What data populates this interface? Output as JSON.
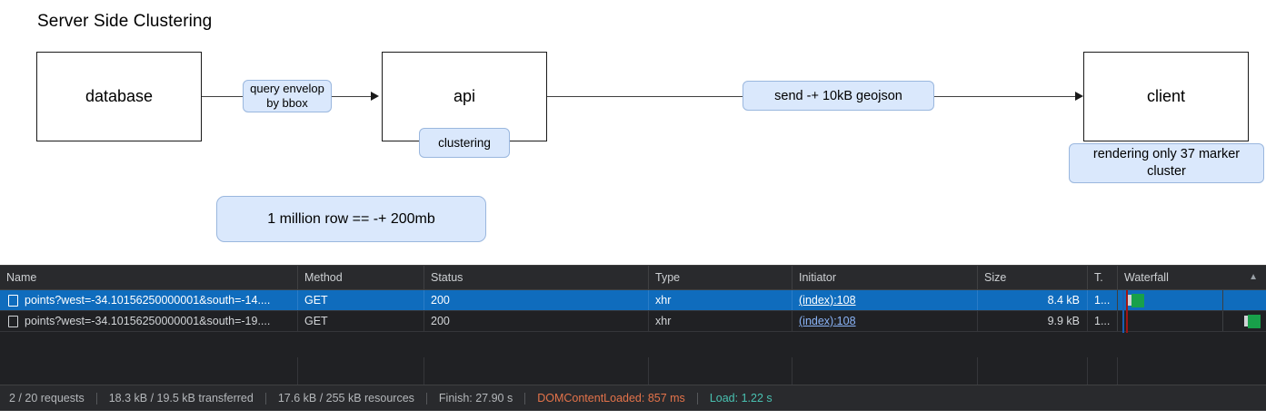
{
  "diagram": {
    "title": "Server Side Clustering",
    "nodes": [
      {
        "id": "database",
        "label": "database"
      },
      {
        "id": "api",
        "label": "api"
      },
      {
        "id": "client",
        "label": "client"
      }
    ],
    "labels": {
      "query": "query envelop by bbox",
      "clustering": "clustering",
      "send": "send -+ 10kB geojson",
      "render": "rendering only 37 marker cluster",
      "million": "1 million row == -+ 200mb"
    },
    "colors": {
      "pill_fill": "#dae8fc",
      "pill_border": "#9ab7de",
      "node_border": "#1a1a1a",
      "edge": "#404040"
    }
  },
  "devtools": {
    "columns": [
      {
        "key": "name",
        "label": "Name"
      },
      {
        "key": "method",
        "label": "Method"
      },
      {
        "key": "status",
        "label": "Status"
      },
      {
        "key": "type",
        "label": "Type"
      },
      {
        "key": "initiator",
        "label": "Initiator"
      },
      {
        "key": "size",
        "label": "Size"
      },
      {
        "key": "time",
        "label": "T."
      },
      {
        "key": "waterfall",
        "label": "Waterfall"
      }
    ],
    "sort_indicator": "▲",
    "rows": [
      {
        "name": "points?west=-34.10156250000001&south=-14....",
        "method": "GET",
        "status": "200",
        "type": "xhr",
        "initiator": "(index):108",
        "size": "8.4 kB",
        "time": "1...",
        "selected": true
      },
      {
        "name": "points?west=-34.10156250000001&south=-19....",
        "method": "GET",
        "status": "200",
        "type": "xhr",
        "initiator": "(index):108",
        "size": "9.9 kB",
        "time": "1...",
        "selected": false
      }
    ],
    "colors": {
      "selection": "#0f6cbd",
      "link": "#8ab4f8",
      "waterfall_download": "#18a04a",
      "dom_content_loaded_line": "#1a5fb4",
      "load_line": "#a01414"
    },
    "status_bar": {
      "requests": "2 / 20 requests",
      "transferred": "18.3 kB / 19.5 kB transferred",
      "resources": "17.6 kB / 255 kB resources",
      "finish": "Finish: 27.90 s",
      "dom_content_loaded": "DOMContentLoaded: 857 ms",
      "load": "Load: 1.22 s"
    }
  }
}
